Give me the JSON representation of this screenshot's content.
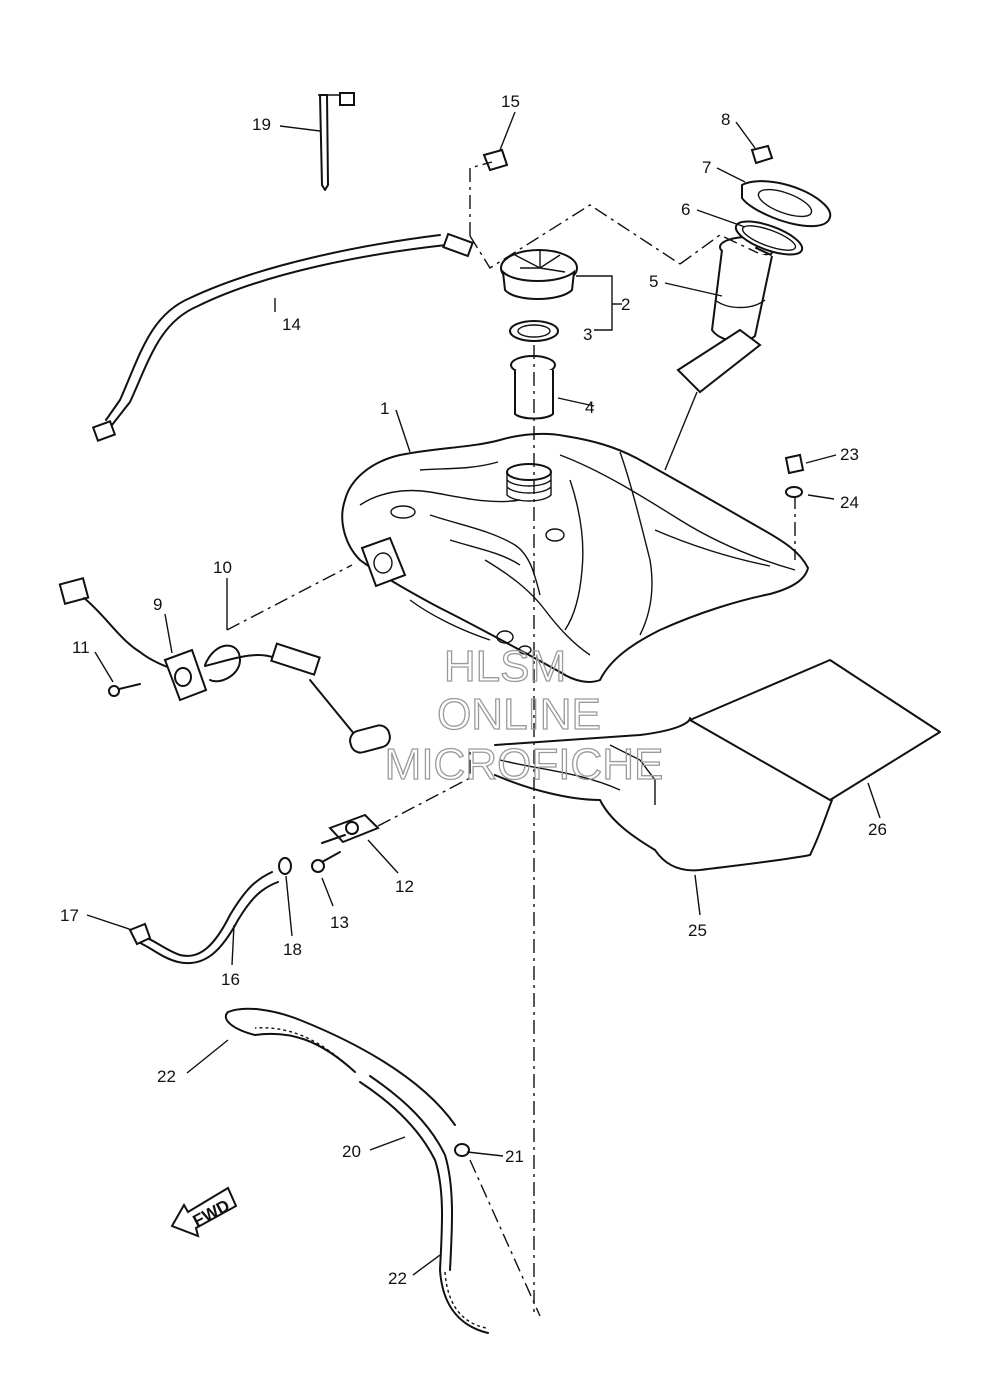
{
  "callouts": {
    "c1": "1",
    "c2": "2",
    "c3": "3",
    "c4": "4",
    "c5": "5",
    "c6": "6",
    "c7": "7",
    "c8": "8",
    "c9": "9",
    "c10": "10",
    "c11": "11",
    "c12": "12",
    "c13": "13",
    "c14": "14",
    "c15": "15",
    "c16": "16",
    "c17": "17",
    "c18": "18",
    "c19": "19",
    "c20": "20",
    "c21": "21",
    "c22a": "22",
    "c22b": "22",
    "c23": "23",
    "c24": "24",
    "c25": "25",
    "c26": "26"
  },
  "watermark": {
    "line1": "HLSM",
    "line2": "ONLINE",
    "line3": "MICROFICHE"
  },
  "fwd_arrow": {
    "label": "FWD"
  }
}
